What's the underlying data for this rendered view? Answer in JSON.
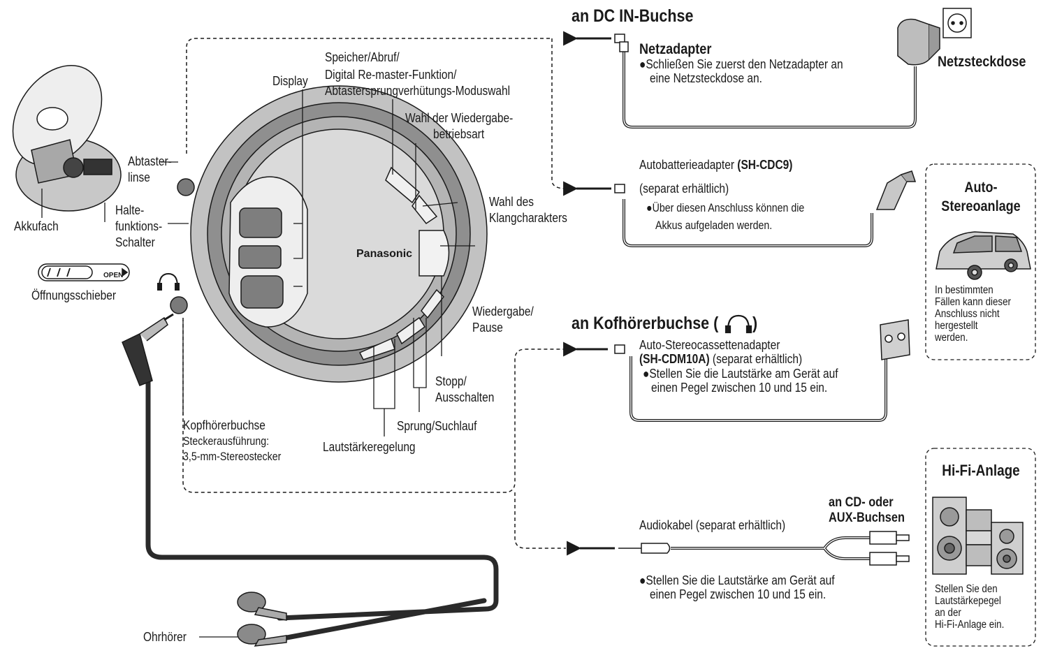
{
  "headings": {
    "dc_in": "an DC IN-Buchse",
    "headphone": "an Kofhörerbuchse (",
    "headphone_close": ")"
  },
  "player": {
    "brand": "Panasonic",
    "labels": {
      "display": "Display",
      "memory_l1": "Speicher/Abruf/",
      "memory_l2": "Digital Re-master-Funktion/",
      "memory_l3": "Abtastersprungverhütungs-Moduswahl",
      "playmode_l1": "Wahl der Wiedergabe-",
      "playmode_l2": "betriebsart",
      "sound_l1": "Wahl des",
      "sound_l2": "Klangcharakters",
      "play_l1": "Wiedergabe/",
      "play_l2": "Pause",
      "stop_l1": "Stopp/",
      "stop_l2": "Ausschalten",
      "skip": "Sprung/Suchlauf",
      "volume": "Lautstärkeregelung",
      "jack_l1": "Kopfhörerbuchse",
      "jack_l2": "Steckerausführung:",
      "jack_l3": "3,5-mm-Stereostecker",
      "lens_l1": "Abtaster-",
      "lens_l2": "linse",
      "hold_l1": "Halte-",
      "hold_l2": "funktions-",
      "hold_l3": "Schalter",
      "battery": "Akkufach",
      "slider": "Öffnungsschieber",
      "open": "OPEN",
      "earphones": "Ohrhörer"
    }
  },
  "ac_adapter": {
    "title": "Netzadapter",
    "note_l1": "●Schließen Sie zuerst den Netzadapter an",
    "note_l2": "eine Netzsteckdose an.",
    "outlet": "Netzsteckdose"
  },
  "car_adapter": {
    "name": "Autobatterieadapter ",
    "model": "(SH-CDC9)",
    "optional": "(separat erhältlich)",
    "note_l1": "●Über diesen Anschluss können die",
    "note_l2": "Akkus aufgeladen werden."
  },
  "car_stereo": {
    "title_l1": "Auto-",
    "title_l2": "Stereoanlage",
    "note_l1": "In bestimmten",
    "note_l2": "Fällen kann dieser",
    "note_l3": "Anschluss nicht",
    "note_l4": "hergestellt",
    "note_l5": "werden."
  },
  "cassette_adapter": {
    "name": "Auto-Stereocassettenadapter",
    "model": "(SH-CDM10A)",
    "optional": " (separat erhältlich)",
    "note_l1": "●Stellen Sie die Lautstärke am Gerät auf",
    "note_l2": "einen Pegel zwischen 10 und 15 ein."
  },
  "audio_cable": {
    "name": "Audiokabel (separat erhältlich)",
    "jacks_l1": "an CD- oder",
    "jacks_l2": "AUX-Buchsen",
    "note_l1": "●Stellen Sie die Lautstärke am Gerät auf",
    "note_l2": "einen Pegel zwischen 10 und 15 ein."
  },
  "hifi": {
    "title": "Hi-Fi-Anlage",
    "note_l1": "Stellen Sie den",
    "note_l2": "Lautstärkepegel",
    "note_l3": "an der",
    "note_l4": "Hi-Fi-Anlage ein."
  },
  "colors": {
    "ink": "#1a1a1a",
    "ring_outer": "#c2c2c2",
    "ring_mid": "#8f8f8f",
    "face": "#dadada",
    "button_dark": "#7e7e7e"
  }
}
